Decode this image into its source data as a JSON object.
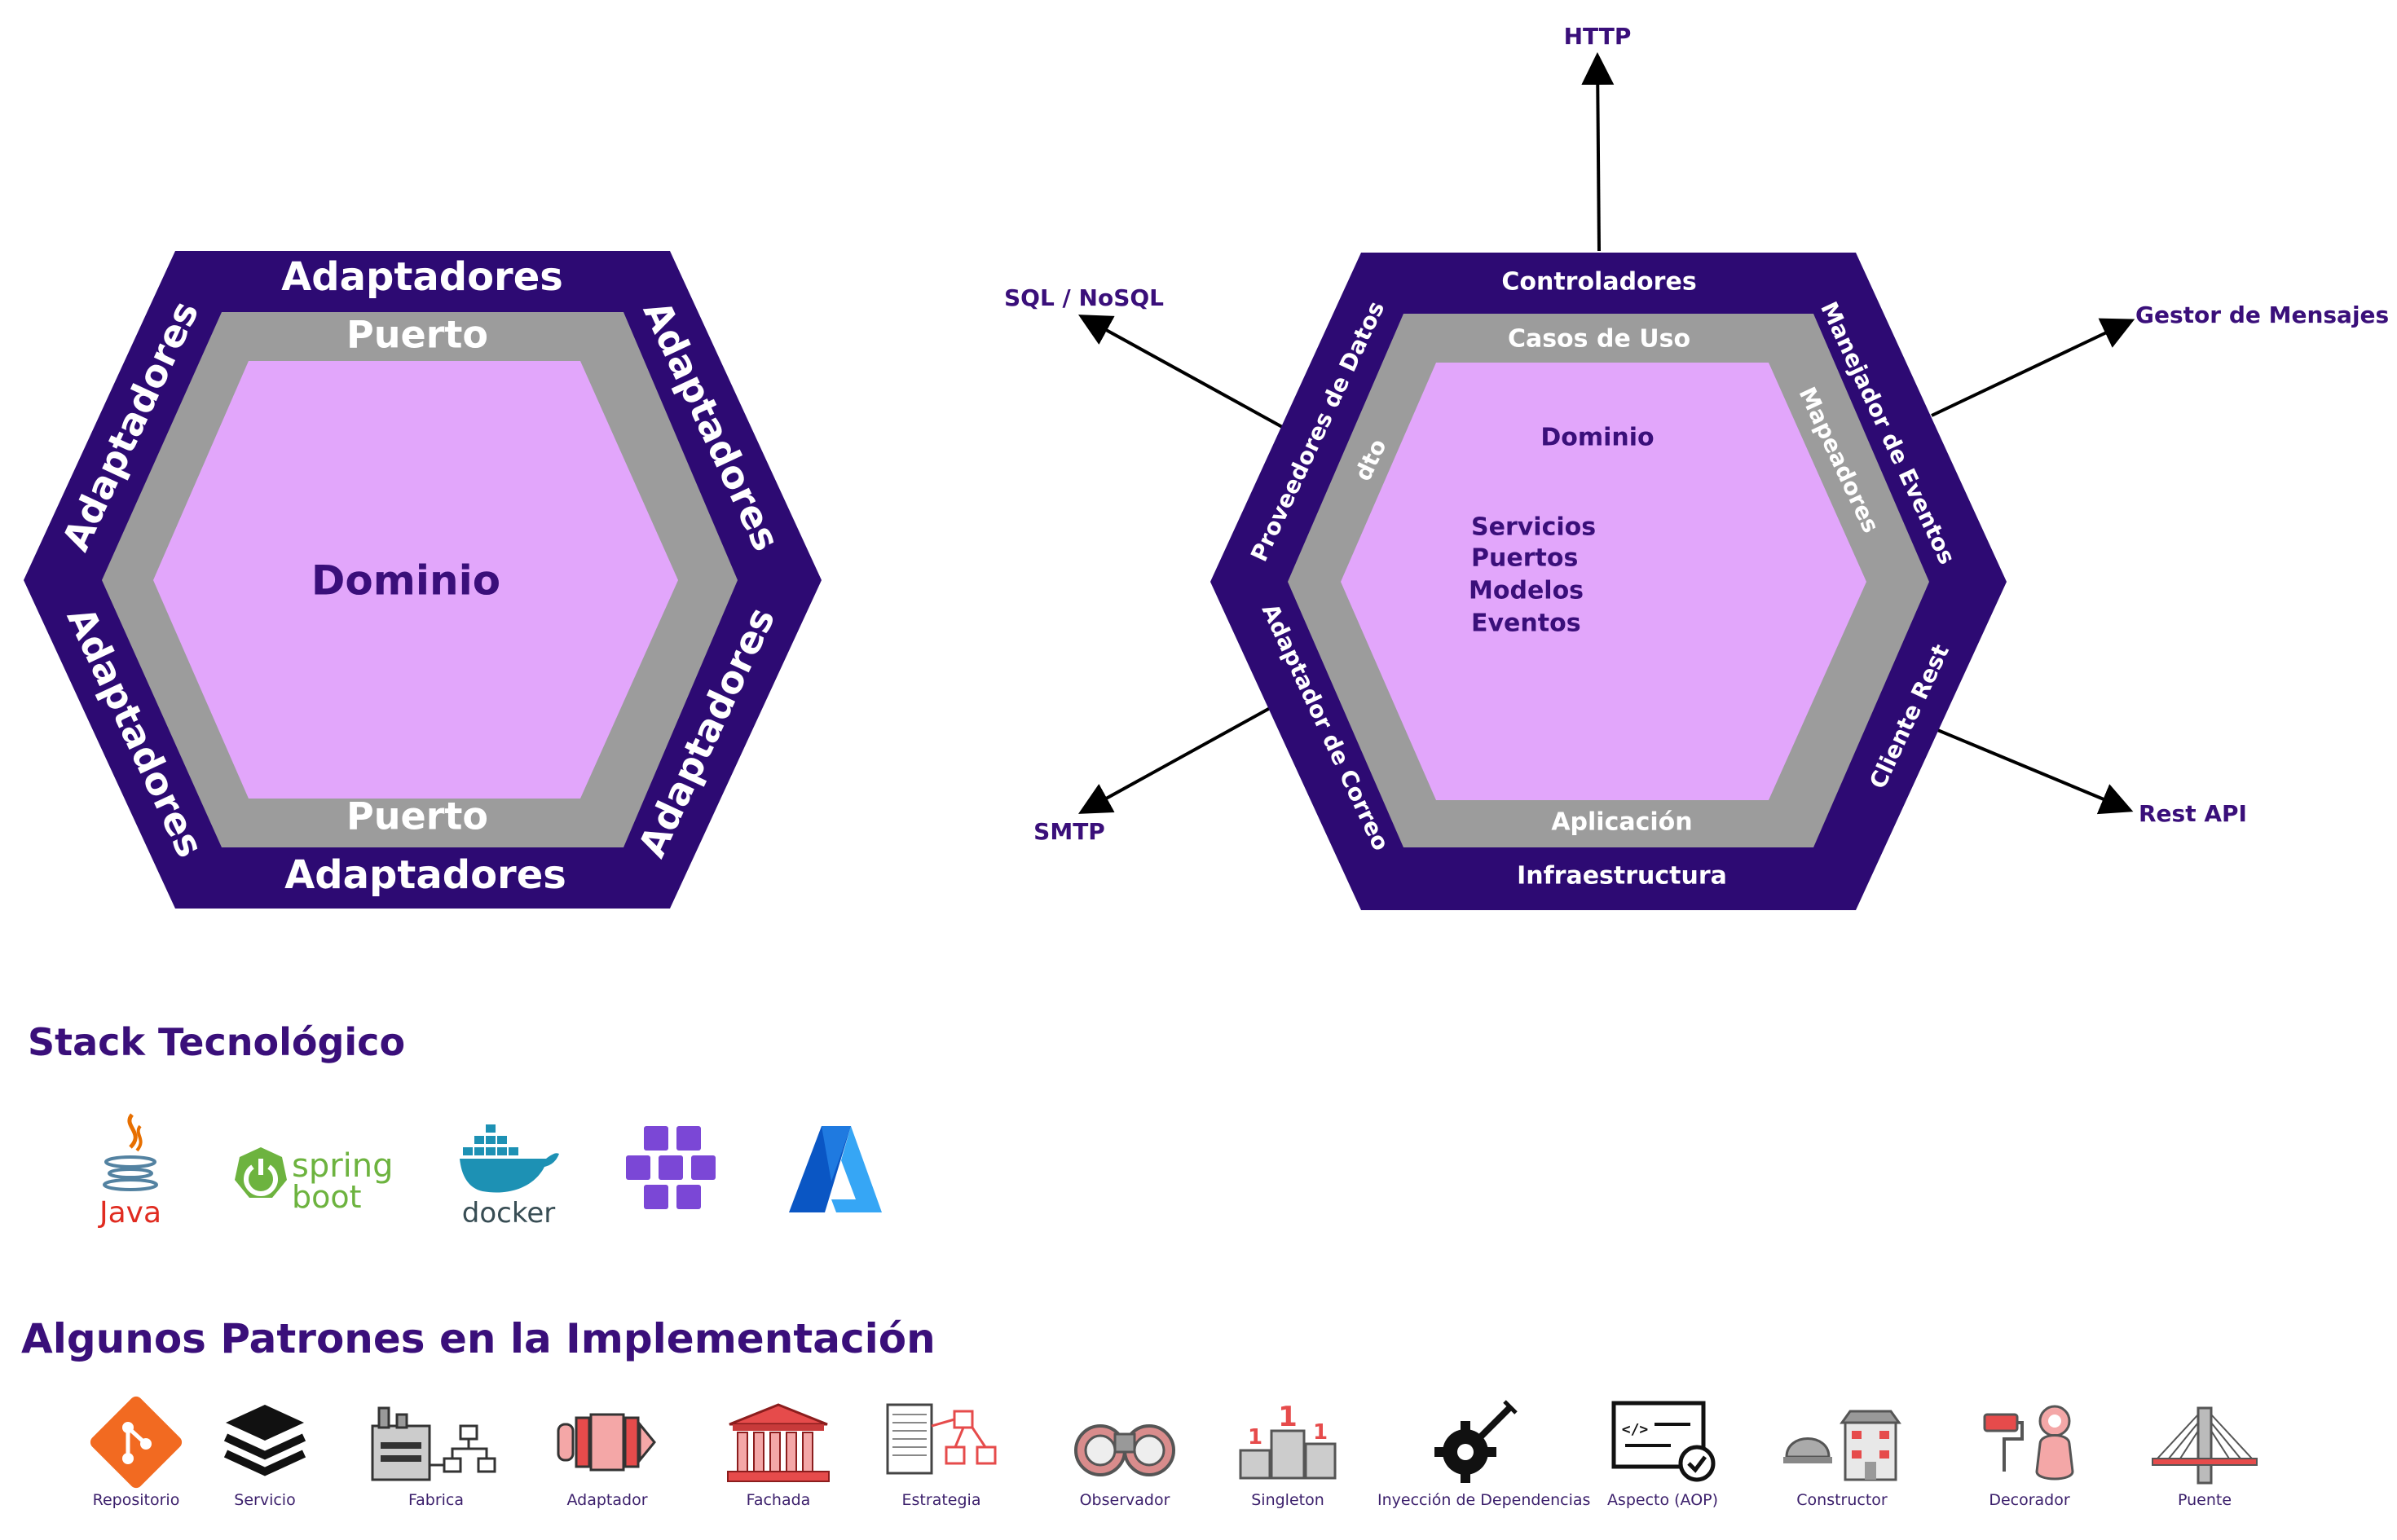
{
  "colors": {
    "outer_ring": "#2d0a73",
    "middle_ring": "#9c9c9c",
    "core": "#e2a6fb",
    "core_text": "#3a0f7a",
    "ring_text": "#ffffff",
    "heading": "#3a0f7a"
  },
  "left_hexagon": {
    "core_label": "Dominio",
    "port_top": "Puerto",
    "port_bottom": "Puerto",
    "adapter_top": "Adaptadores",
    "adapter_bottom": "Adaptadores",
    "adapter_upper_left": "Adaptadores",
    "adapter_lower_left": "Adaptadores",
    "adapter_upper_right": "Adaptadores",
    "adapter_lower_right": "Adaptadores"
  },
  "right_hexagon": {
    "outer": {
      "top": "Controladores",
      "bottom": "Infraestructura",
      "upper_left": "Proveedores de Datos",
      "lower_left": "Adaptador de Correo",
      "upper_right": "Manejador de Eventos",
      "lower_right": "Cliente Rest"
    },
    "middle": {
      "top": "Casos de Uso",
      "bottom": "Aplicación",
      "left": "dto",
      "right": "Mapeadores"
    },
    "core": {
      "title": "Dominio",
      "items": [
        "Servicios",
        "Puertos",
        "Modelos",
        "Eventos"
      ]
    },
    "externals": {
      "top": "HTTP",
      "upper_left": "SQL / NoSQL",
      "lower_left": "SMTP",
      "upper_right": "Gestor de Mensajes",
      "lower_right": "Rest API"
    }
  },
  "stack": {
    "title": "Stack Tecnológico",
    "items": [
      {
        "icon": "java-icon",
        "label": "Java"
      },
      {
        "icon": "spring-boot-icon",
        "label_top": "spring",
        "label_bottom": "boot"
      },
      {
        "icon": "docker-icon",
        "label": "docker"
      },
      {
        "icon": "kubernetes-icon"
      },
      {
        "icon": "azure-icon"
      }
    ]
  },
  "patterns": {
    "title": "Algunos Patrones en la Implementación",
    "items": [
      {
        "icon": "repository-icon",
        "label": "Repositorio"
      },
      {
        "icon": "service-icon",
        "label": "Servicio"
      },
      {
        "icon": "factory-icon",
        "label": "Fabrica"
      },
      {
        "icon": "adapter-icon",
        "label": "Adaptador"
      },
      {
        "icon": "facade-icon",
        "label": "Fachada"
      },
      {
        "icon": "strategy-icon",
        "label": "Estrategia"
      },
      {
        "icon": "observer-icon",
        "label": "Observador"
      },
      {
        "icon": "singleton-icon",
        "label": "Singleton"
      },
      {
        "icon": "dependency-injection-icon",
        "label": "Inyección de Dependencias"
      },
      {
        "icon": "aspect-icon",
        "label": "Aspecto (AOP)"
      },
      {
        "icon": "builder-icon",
        "label": "Constructor"
      },
      {
        "icon": "decorator-icon",
        "label": "Decorador"
      },
      {
        "icon": "bridge-icon",
        "label": "Puente"
      }
    ]
  }
}
